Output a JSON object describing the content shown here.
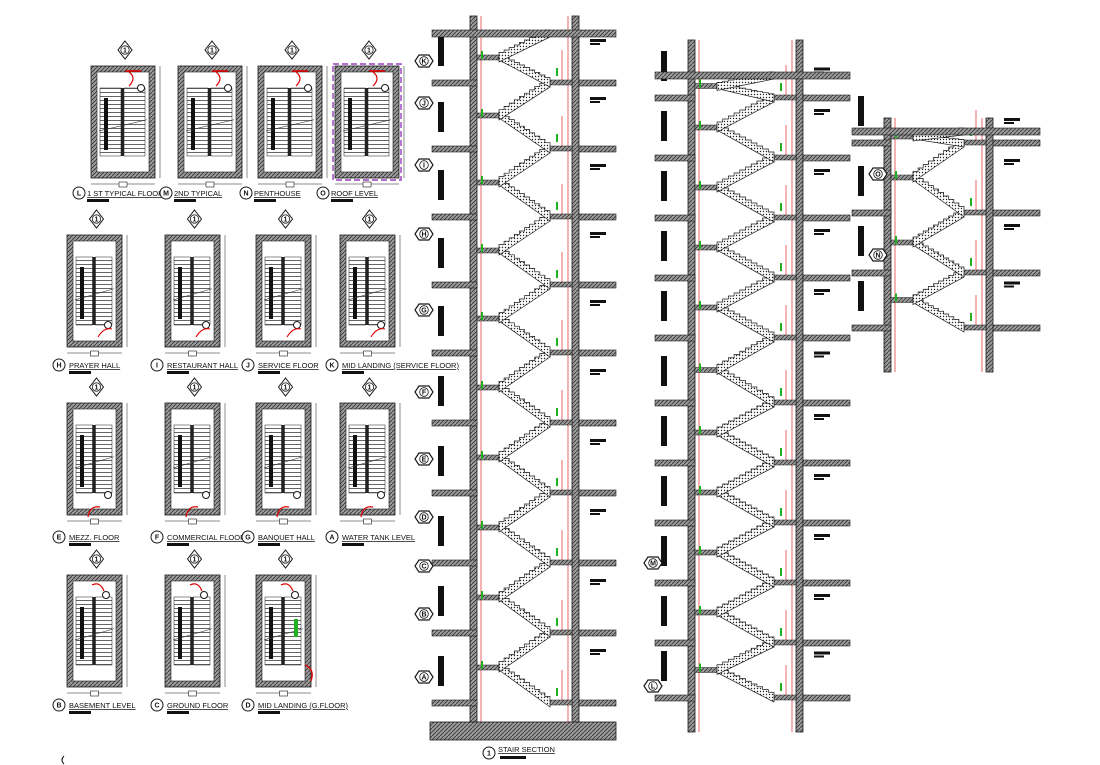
{
  "drawing": {
    "plans": [
      {
        "key": "L",
        "name": "1 ST TYPICAL FLOOR",
        "section": "1"
      },
      {
        "key": "M",
        "name": "2ND TYPICAL",
        "section": "1"
      },
      {
        "key": "N",
        "name": "PENTHOUSE",
        "section": "1"
      },
      {
        "key": "O",
        "name": "ROOF LEVEL",
        "section": "1"
      },
      {
        "key": "H",
        "name": "PRAYER HALL",
        "section": "1"
      },
      {
        "key": "I",
        "name": "RESTAURANT HALL",
        "section": "1"
      },
      {
        "key": "J",
        "name": "SERVICE FLOOR",
        "section": "1"
      },
      {
        "key": "K",
        "name": "MID LANDING (SERVICE FLOOR)",
        "section": "1"
      },
      {
        "key": "E",
        "name": "MEZZ. FLOOR",
        "section": "1"
      },
      {
        "key": "F",
        "name": "COMMERCIAL FLOOR",
        "section": "1"
      },
      {
        "key": "G",
        "name": "BANQUET HALL",
        "section": "1"
      },
      {
        "key": "A",
        "name": "WATER TANK LEVEL",
        "section": "1"
      },
      {
        "key": "B",
        "name": "BASEMENT LEVEL",
        "section": "1"
      },
      {
        "key": "C",
        "name": "GROUND FLOOR",
        "section": "1"
      },
      {
        "key": "D",
        "name": "MID LANDING (G.FLOOR)",
        "section": "1"
      }
    ],
    "section_title": "STAIR SECTION",
    "section_number": "1",
    "section_level_markers": [
      "K",
      "J",
      "I",
      "H",
      "G",
      "F",
      "E",
      "D",
      "C",
      "B",
      "A"
    ],
    "section2_markers": [
      "M",
      "L"
    ],
    "section3_markers": [
      "O",
      "N"
    ],
    "colors": {
      "line": "#1a1a1a",
      "hatch": "#555555",
      "accent": "#e00000",
      "green": "#20b020",
      "purple": "#9a3fbf"
    }
  }
}
